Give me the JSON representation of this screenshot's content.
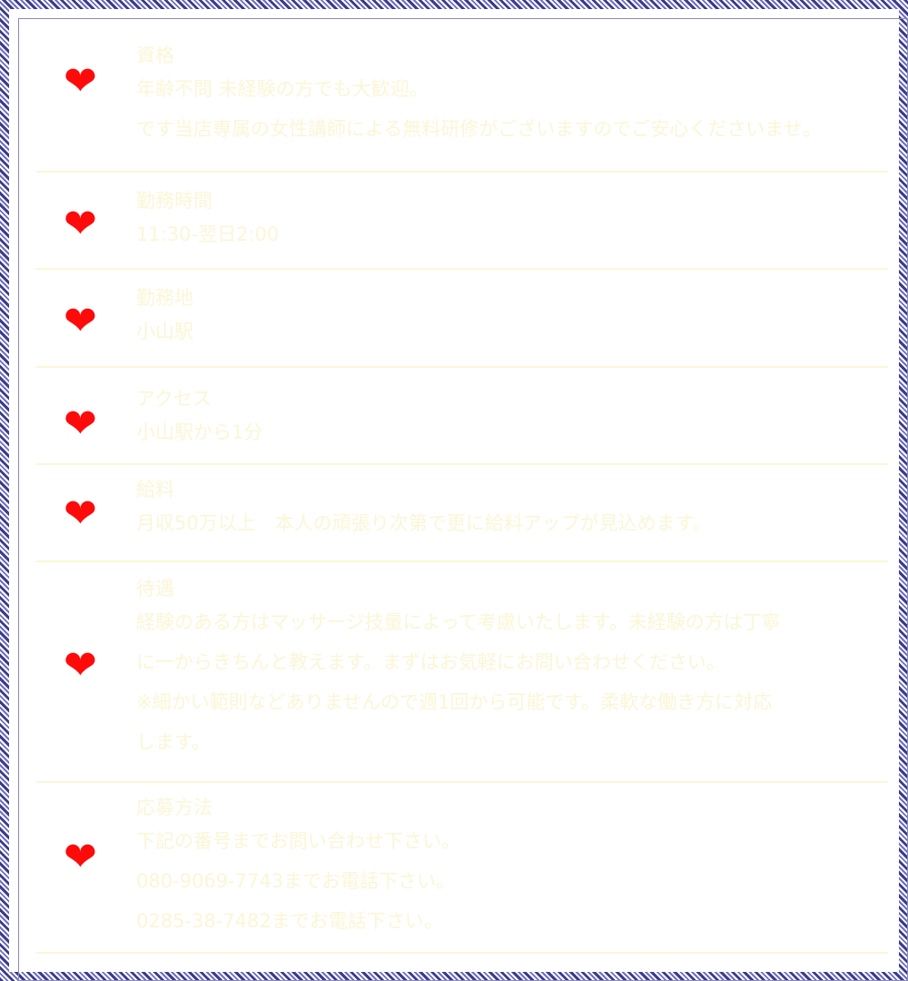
{
  "rows": [
    {
      "label": "資格",
      "lines": [
        "年齢不問 未経験の方でも大歓迎。",
        "です当店専属の女性講師による無料研修がございますのでご安心くださいませ。"
      ]
    },
    {
      "label": "勤務時間",
      "lines": [
        "11:30-翌日2:00"
      ]
    },
    {
      "label": "勤務地",
      "lines": [
        "小山駅"
      ]
    },
    {
      "label": "アクセス",
      "lines": [
        "小山駅から1分"
      ]
    },
    {
      "label": "給料",
      "lines": [
        "月収50万以上　本人の頑張り次第で更に給料アップが見込めます。"
      ]
    },
    {
      "label": "待遇",
      "lines": [
        "経験のある方はマッサージ技量によって考慮いたします。未経験の方は丁寧",
        "に一からきちんと教えます。まずはお気軽にお問い合わせください。",
        "※細かい範則などありませんので週1回から可能です。柔軟な働き方に対応",
        "します。"
      ]
    },
    {
      "label": "応募方法",
      "lines": [
        "下記の番号までお問い合わせ下さい。",
        "080-9069-7743までお電話下さい。",
        "0285-38-7482までお電話下さい。"
      ]
    }
  ],
  "icons": {
    "heart": "❤"
  },
  "colors": {
    "heart": "#ff0a0a",
    "text": "#fbf6d6",
    "border": "#3b3b8f"
  }
}
